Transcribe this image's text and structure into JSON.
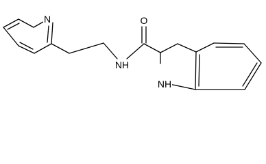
{
  "molecule": {
    "atom_labels": {
      "pyridine_n": "N",
      "amide_o": "O",
      "amide_nh": "NH",
      "ring_nh": "NH"
    }
  }
}
